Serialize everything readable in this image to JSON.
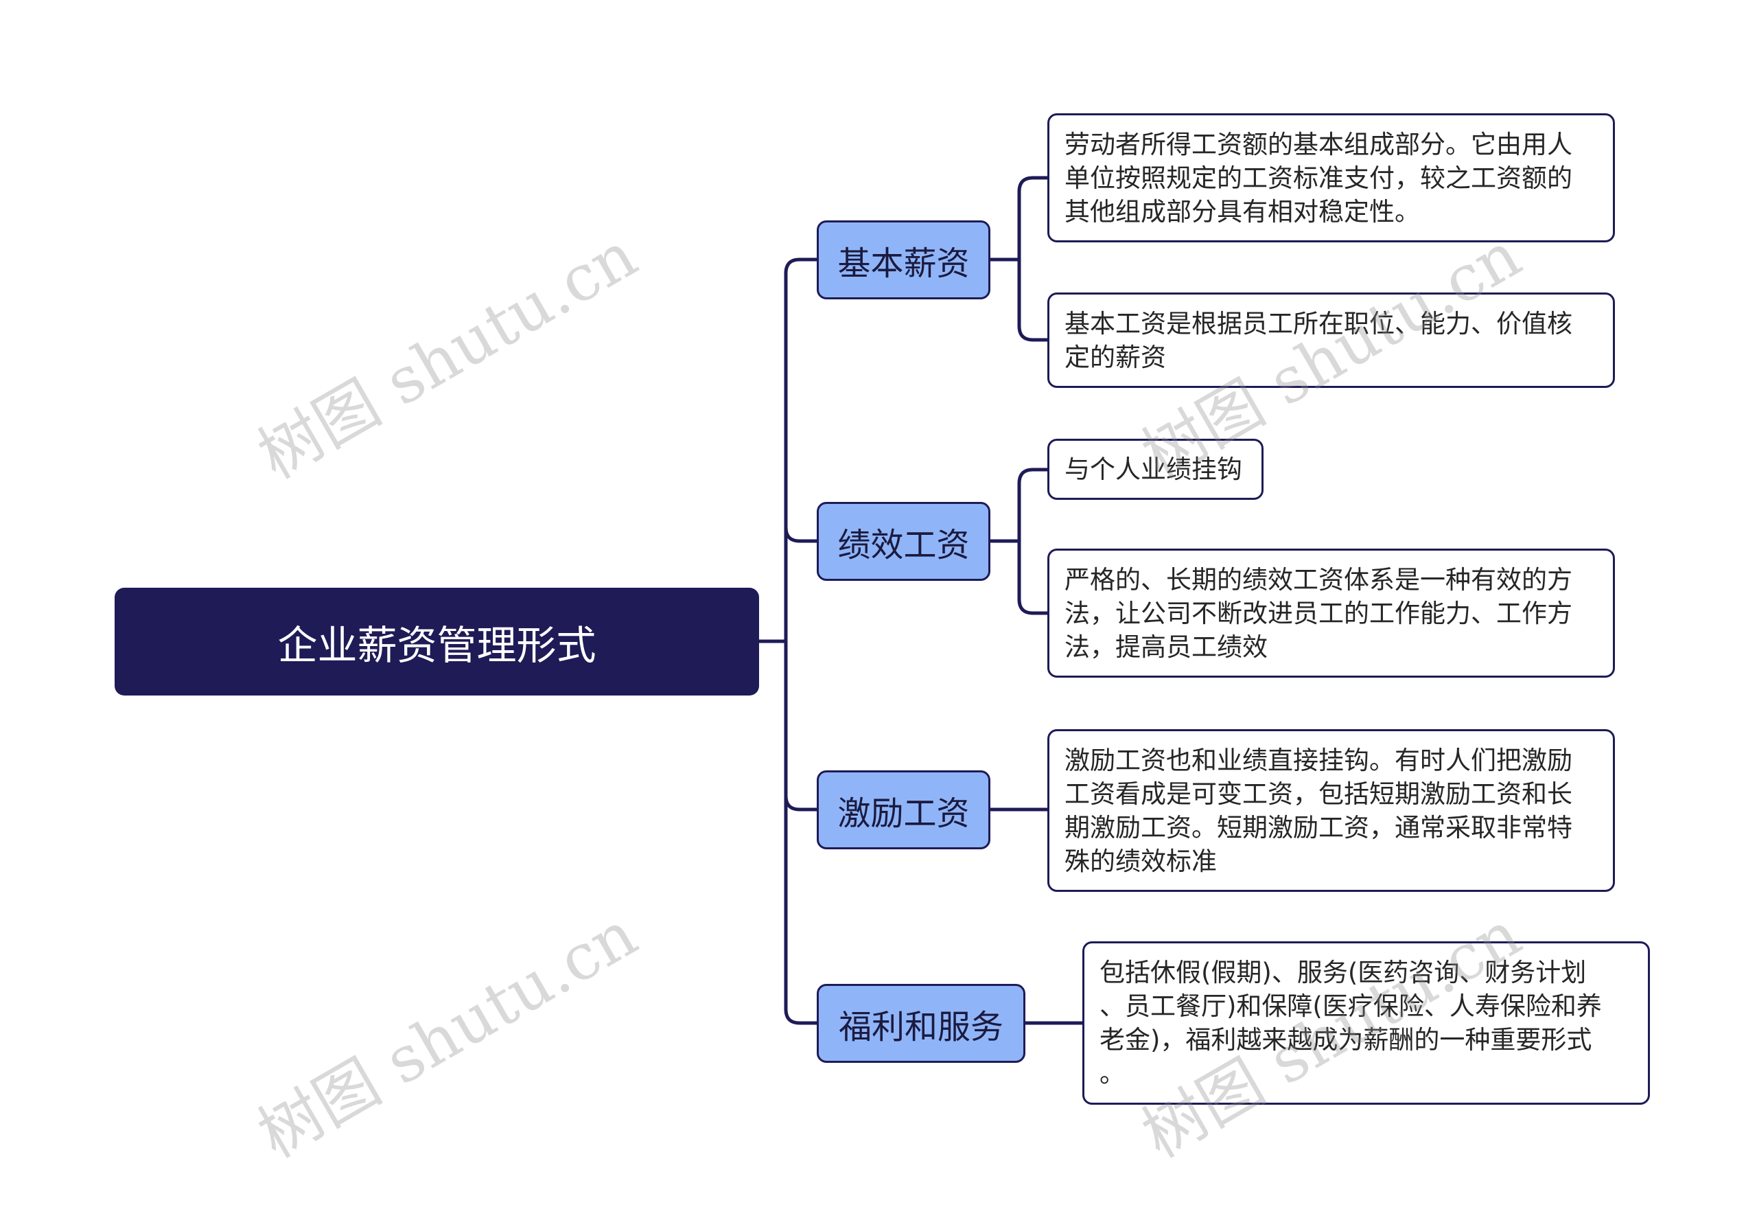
{
  "root": {
    "label": "企业薪资管理形式"
  },
  "branches": [
    {
      "label": "基本薪资",
      "leaves": [
        {
          "lines": [
            "劳动者所得工资额的基本组成部分。它由用人",
            "单位按照规定的工资标准支付，较之工资额的",
            "其他组成部分具有相对稳定性。"
          ]
        },
        {
          "lines": [
            "基本工资是根据员工所在职位、能力、价值核",
            "定的薪资"
          ]
        }
      ]
    },
    {
      "label": "绩效工资",
      "leaves": [
        {
          "lines": [
            "与个人业绩挂钩"
          ]
        },
        {
          "lines": [
            "严格的、长期的绩效工资体系是一种有效的方",
            "法，让公司不断改进员工的工作能力、工作方",
            "法，提高员工绩效"
          ]
        }
      ]
    },
    {
      "label": "激励工资",
      "leaves": [
        {
          "lines": [
            "激励工资也和业绩直接挂钩。有时人们把激励",
            "工资看成是可变工资，包括短期激励工资和长",
            "期激励工资。短期激励工资，通常采取非常特",
            "殊的绩效标准"
          ]
        }
      ]
    },
    {
      "label": "福利和服务",
      "leaves": [
        {
          "lines": [
            "包括休假(假期)、服务(医药咨询、财务计划",
            "、员工餐厅)和保障(医疗保险、人寿保险和养",
            "老金)，福利越来越成为薪酬的一种重要形式",
            "。"
          ]
        }
      ]
    }
  ],
  "watermark": "树图 shutu.cn",
  "colors": {
    "root_fill": "#1e1b57",
    "branch_fill": "#8fb5f8",
    "connector": "#1e1b57",
    "leaf_fill": "#ffffff"
  }
}
